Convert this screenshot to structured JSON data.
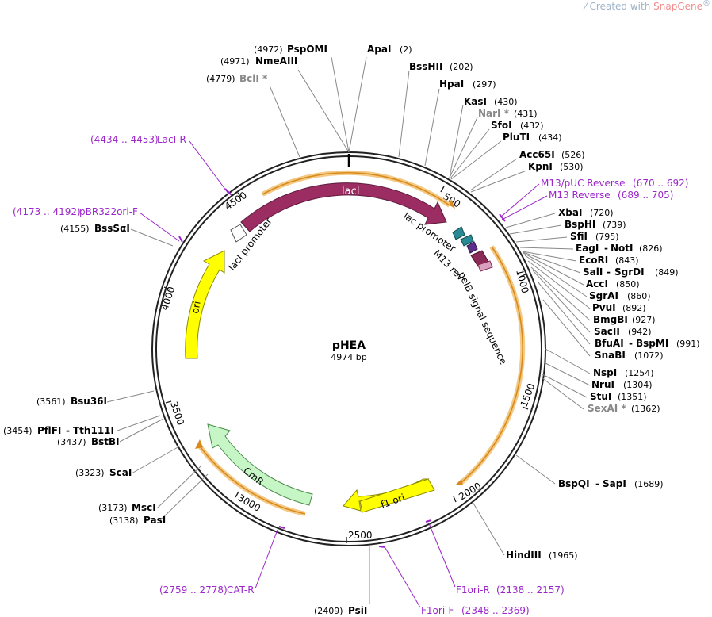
{
  "watermark": {
    "prefix": "Created with",
    "brand": "SnapGene",
    "mark": "®"
  },
  "plasmid": {
    "name": "pHEA",
    "length": "4974 bp"
  },
  "ticks": [
    "500",
    "1000",
    "1500",
    "2000",
    "2500",
    "3000",
    "3500",
    "4000",
    "4500"
  ],
  "sites": {
    "pspomi": {
      "pos": "(4972)",
      "name": "PspOMI"
    },
    "apai": {
      "pos": "(2)",
      "name": "ApaI"
    },
    "nmeaiii": {
      "pos": "(4971)",
      "name": "NmeAIII"
    },
    "bssh2": {
      "pos": "(202)",
      "name": "BssHII"
    },
    "bcli": {
      "pos": "(4779)",
      "name": "BclI *"
    },
    "hpai": {
      "pos": "(297)",
      "name": "HpaI"
    },
    "kasi": {
      "pos": "(430)",
      "name": "KasI"
    },
    "nari": {
      "pos": "(431)",
      "name": "NarI *"
    },
    "sfoi": {
      "pos": "(432)",
      "name": "SfoI"
    },
    "pluti": {
      "pos": "(434)",
      "name": "PluTI"
    },
    "acc65i": {
      "pos": "(526)",
      "name": "Acc65I"
    },
    "kpni": {
      "pos": "(530)",
      "name": "KpnI"
    },
    "xbai": {
      "pos": "(720)",
      "name": "XbaI"
    },
    "bsphi": {
      "pos": "(739)",
      "name": "BspHI"
    },
    "sfii": {
      "pos": "(795)",
      "name": "SfiI"
    },
    "eagi": {
      "pos": "(826)",
      "name": "EagI",
      "name2": "NotI"
    },
    "ecori": {
      "pos": "(843)",
      "name": "EcoRI"
    },
    "sali": {
      "pos": "(849)",
      "name": "SalI",
      "name2": "SgrDI"
    },
    "acci": {
      "pos": "(850)",
      "name": "AccI"
    },
    "sgrai": {
      "pos": "(860)",
      "name": "SgrAI"
    },
    "pvui": {
      "pos": "(892)",
      "name": "PvuI"
    },
    "bmgbi": {
      "pos": "(927)",
      "name": "BmgBI"
    },
    "sacii": {
      "pos": "(942)",
      "name": "SacII"
    },
    "bfuai": {
      "pos": "(991)",
      "name": "BfuAI",
      "name2": "BspMI"
    },
    "snabi": {
      "pos": "(1072)",
      "name": "SnaBI"
    },
    "nspi": {
      "pos": "(1254)",
      "name": "NspI"
    },
    "nrui": {
      "pos": "(1304)",
      "name": "NruI"
    },
    "stui": {
      "pos": "(1351)",
      "name": "StuI"
    },
    "sexai": {
      "pos": "(1362)",
      "name": "SexAI *"
    },
    "bspqi": {
      "pos": "(1689)",
      "name": "BspQI",
      "name2": "SapI"
    },
    "hindiii": {
      "pos": "(1965)",
      "name": "HindIII"
    },
    "psii": {
      "pos": "(2409)",
      "name": "PsiI"
    },
    "pasi": {
      "pos": "(3138)",
      "name": "PasI"
    },
    "msci": {
      "pos": "(3173)",
      "name": "MscI"
    },
    "scai": {
      "pos": "(3323)",
      "name": "ScaI"
    },
    "bstbi": {
      "pos": "(3437)",
      "name": "BstBI"
    },
    "pflfi": {
      "pos": "(3454)",
      "name": "PflFI",
      "name2": "Tth111I"
    },
    "bsu36i": {
      "pos": "(3561)",
      "name": "Bsu36I"
    },
    "bsssai": {
      "pos": "(4155)",
      "name": "BssSαI"
    }
  },
  "primers": {
    "laci_r": {
      "name": "LacI-R",
      "range": "(4434 .. 4453)"
    },
    "pbr322": {
      "name": "pBR322ori-F",
      "range": "(4173 .. 4192)"
    },
    "m13puc": {
      "name": "M13/pUC Reverse",
      "range": "(670 .. 692)"
    },
    "m13rev": {
      "name": "M13 Reverse",
      "range": "(689 .. 705)"
    },
    "f1ori_r": {
      "name": "F1ori-R",
      "range": "(2138 .. 2157)"
    },
    "f1ori_f": {
      "name": "F1ori-F",
      "range": "(2348 .. 2369)"
    },
    "cat_r": {
      "name": "CAT-R",
      "range": "(2759 .. 2778)"
    }
  },
  "features": {
    "laci": "lacI",
    "laci_promoter": "lacI promoter",
    "lac_promoter": "lac promoter",
    "m13rev": "M13 rev",
    "pelb": "pelB signal sequence",
    "ori": "ori",
    "cmr": "CmR",
    "f1ori": "f1 ori"
  },
  "colors": {
    "backbone": "#222222",
    "laci": "#9b2d63",
    "ori": "#ffff00",
    "cmr": "#c6f5c6",
    "orf": "#e89a2e",
    "primer": "#9b27c9",
    "lac_promoter": "#2a8a93",
    "m13": "#5b2f8a",
    "pelb": "#8a2a55"
  }
}
